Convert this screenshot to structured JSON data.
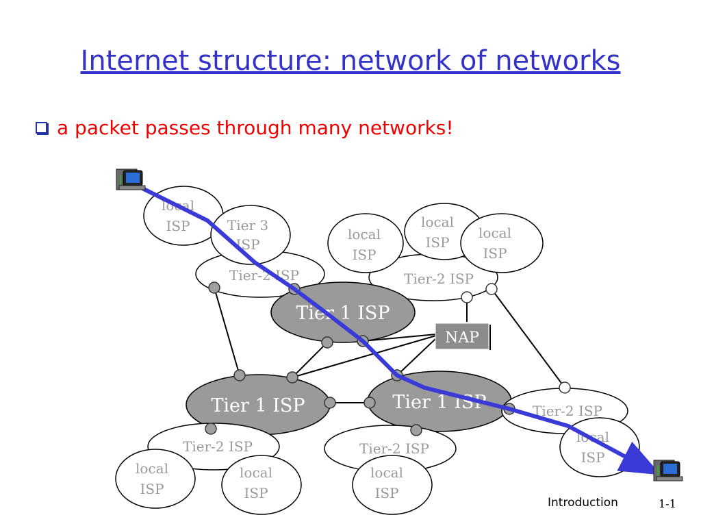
{
  "slide": {
    "title": "Internet structure: network of networks",
    "bullet": "a packet passes through many networks!",
    "footer_label": "Introduction",
    "page_number": "1-1"
  },
  "diagram": {
    "labels": {
      "local_isp": "local ISP",
      "tier3": "Tier 3 ISP",
      "tier2": "Tier-2 ISP",
      "tier1": "Tier 1 ISP",
      "nap": "NAP"
    },
    "colors": {
      "title": "#3333cc",
      "bullet": "#ee0000",
      "packet_path": "#3a3ad6",
      "tier1_fill": "#9a9a9a",
      "node_fill": "#a0a0a0",
      "nap_fill": "#8c8c8c"
    }
  }
}
